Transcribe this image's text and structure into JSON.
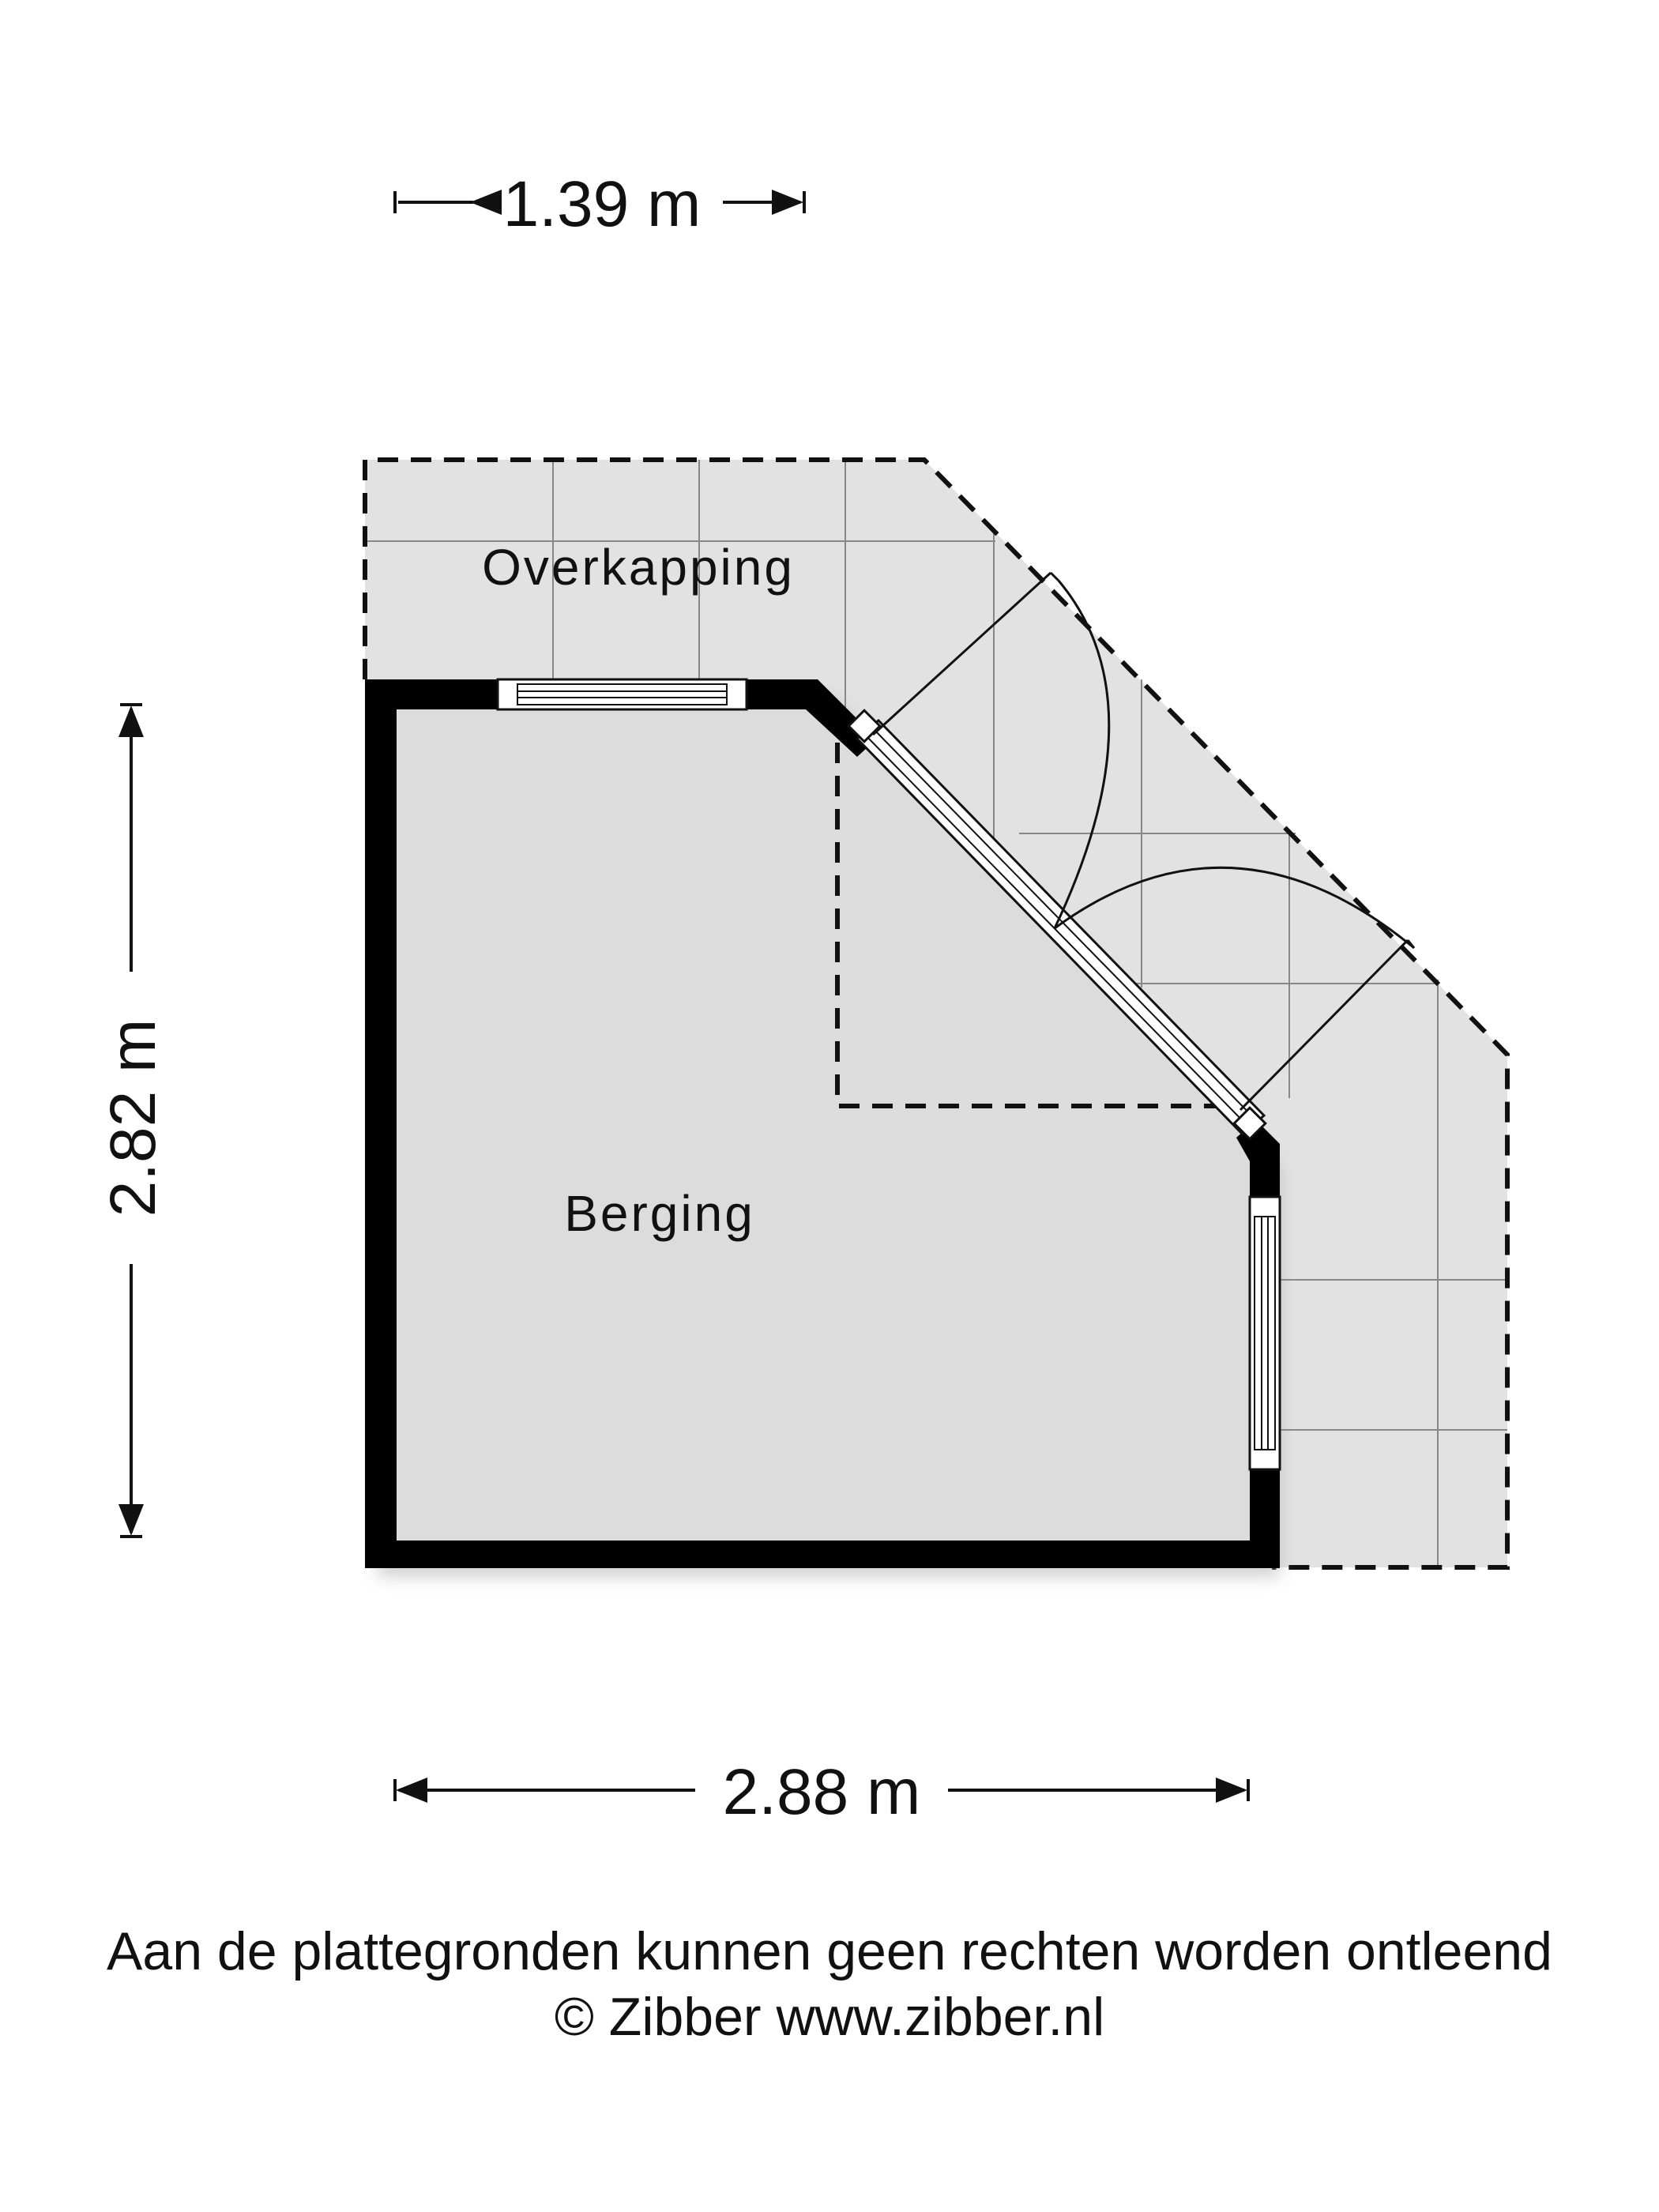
{
  "rooms": {
    "overkapping": "Overkapping",
    "berging": "Berging"
  },
  "dimensions": {
    "top_width": "1.39 m",
    "left_height": "2.82 m",
    "bottom_width": "2.88 m"
  },
  "footer": {
    "disclaimer": "Aan de plattegronden kunnen geen rechten worden ontleend",
    "copyright": "© Zibber www.zibber.nl"
  },
  "colors": {
    "wall": "#000000",
    "floor": "#dcdcdc",
    "covered_area": "#e2e2e2"
  }
}
